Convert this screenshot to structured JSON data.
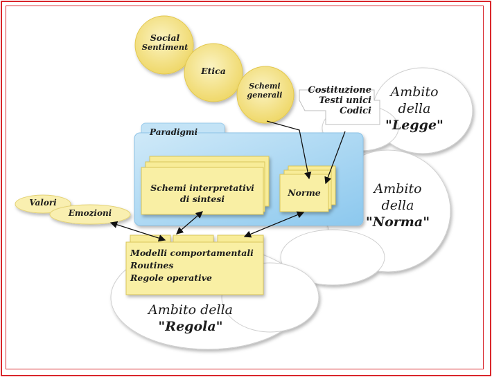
{
  "nodes": {
    "social_sentiment": [
      "Social",
      "Sentiment"
    ],
    "etica": "Etica",
    "schemi_generali": [
      "Schemi",
      "generali"
    ],
    "legge_items": [
      "Costituzione",
      "Testi unici",
      "Codici"
    ],
    "paradigmi": "Paradigmi",
    "schemi_interpretativi": [
      "Schemi interpretativi",
      "di sintesi"
    ],
    "norme": "Norme",
    "valori": "Valori",
    "emozioni": "Emozioni",
    "regola_items": [
      "Modelli comportamentali",
      "Routines",
      "Regole operative"
    ]
  },
  "ambiti": {
    "legge": {
      "line1": "Ambito",
      "line2": "della",
      "line3": "\"Legge\""
    },
    "norma": {
      "line1": "Ambito",
      "line2": "della",
      "line3": "\"Norma\""
    },
    "regola": {
      "line1": "Ambito della",
      "line2": "\"Regola\""
    }
  },
  "colors": {
    "border": "#d9262b",
    "circle_fill": "#f6e58c",
    "note_fill": "#f8ec98",
    "panel_fill": "#a9d7f3",
    "cloud_fill": "#ffffff"
  }
}
